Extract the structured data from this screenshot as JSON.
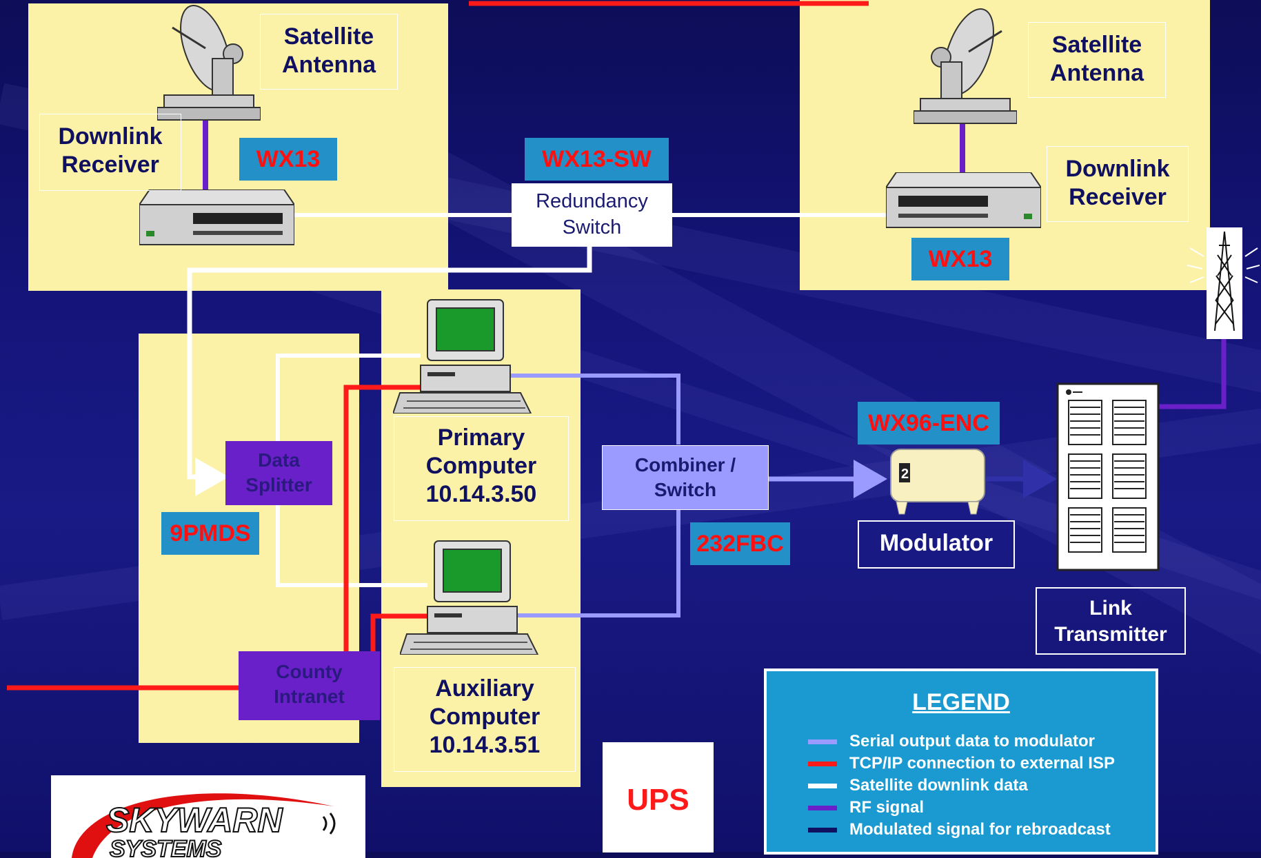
{
  "labels": {
    "sat_antenna_left": "Satellite\nAntenna",
    "sat_antenna_right": "Satellite\nAntenna",
    "downlink_receiver_left": "Downlink\nReceiver",
    "downlink_receiver_right": "Downlink\nReceiver",
    "redundancy_switch": "Redundancy\nSwitch",
    "data_splitter": "Data\nSplitter",
    "county_intranet": "County\nIntranet",
    "primary_computer": "Primary\nComputer\n10.14.3.50",
    "auxiliary_computer": "Auxiliary\nComputer\n10.14.3.51",
    "combiner_switch": "Combiner /\nSwitch",
    "modulator": "Modulator",
    "link_transmitter": "Link\nTransmitter",
    "ups": "UPS"
  },
  "tags": {
    "wx13_left": "WX13",
    "wx13_right": "WX13",
    "wx13_sw": "WX13-SW",
    "wx96_enc": "WX96-ENC",
    "pmds": "9PMDS",
    "fbc": "232FBC"
  },
  "legend": {
    "title": "LEGEND",
    "items": [
      {
        "label": "Serial output data to modulator",
        "color": "#9a9aff"
      },
      {
        "label": "TCP/IP connection to external ISP",
        "color": "#ff1a1a"
      },
      {
        "label": "Satellite downlink data",
        "color": "#ffffff"
      },
      {
        "label": "RF signal",
        "color": "#6a20c8"
      },
      {
        "label": "Modulated signal for rebroadcast",
        "color": "#101060"
      }
    ]
  },
  "logo": {
    "text": "SKYWARN",
    "subtext": "SYSTEMS"
  }
}
